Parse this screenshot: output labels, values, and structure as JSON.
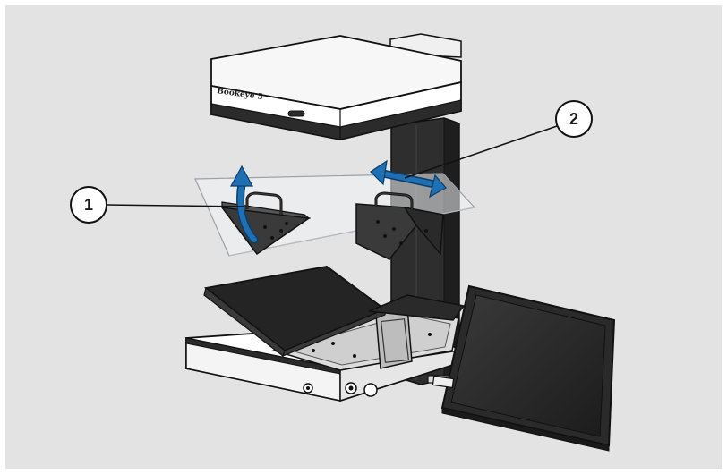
{
  "colors": {
    "background": "#e3e3e3",
    "frame": "#ffffff",
    "device_white": "#f7f7f7",
    "device_dark": "#2a2a2a",
    "arrow_blue": "#1f6fb5",
    "outline": "#111111"
  },
  "device": {
    "brand_text": "Bookeye 5"
  },
  "callouts": [
    {
      "number": "1",
      "arrow": "rotate-up-arrow-icon"
    },
    {
      "number": "2",
      "arrow": "double-horizontal-arrow-icon"
    }
  ]
}
